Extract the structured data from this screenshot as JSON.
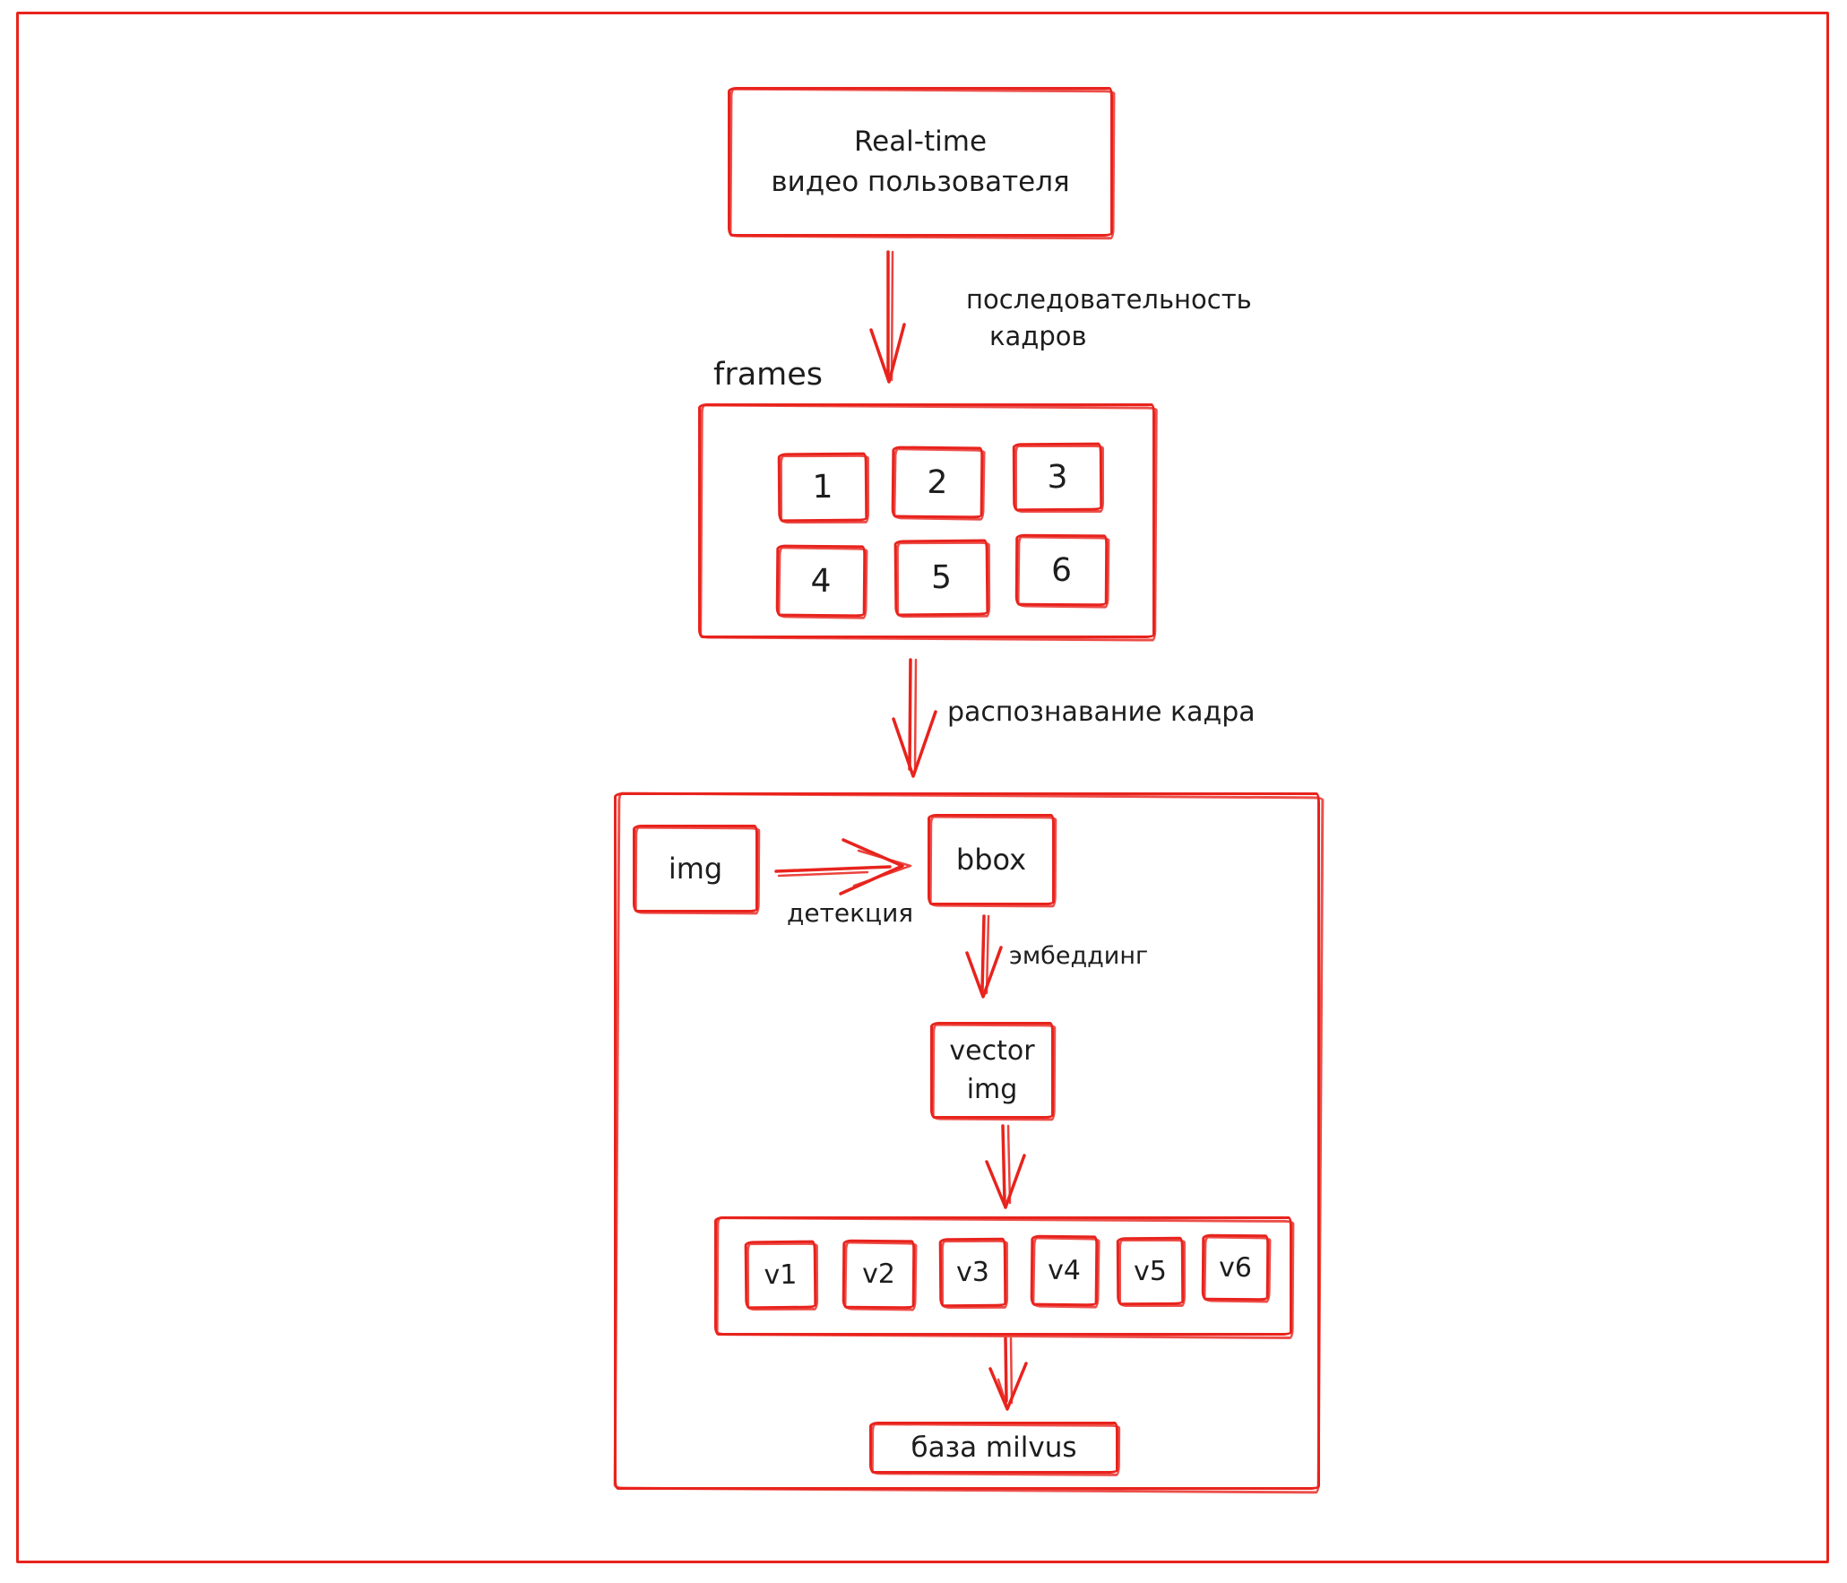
{
  "diagram": {
    "source_box": {
      "line1": "Real-time",
      "line2": "видео пользователя"
    },
    "seq_arrow": {
      "label_line1": "последовательность",
      "label_line2": "кадров"
    },
    "frames": {
      "label": "frames",
      "items": [
        "1",
        "2",
        "3",
        "4",
        "5",
        "6"
      ]
    },
    "recognition_arrow": {
      "label": "распознавание кадра"
    },
    "pipeline": {
      "img_label": "img",
      "detection_label": "детекция",
      "bbox_label": "bbox",
      "embedding_label": "эмбеддинг",
      "vector_box": {
        "line1": "vector",
        "line2": "img"
      },
      "vectors": [
        "v1",
        "v2",
        "v3",
        "v4",
        "v5",
        "v6"
      ],
      "db_label": "база milvus"
    },
    "colors": {
      "accent_red": "#e8231d",
      "ink": "#1d1d1d",
      "background": "#ffffff"
    }
  }
}
